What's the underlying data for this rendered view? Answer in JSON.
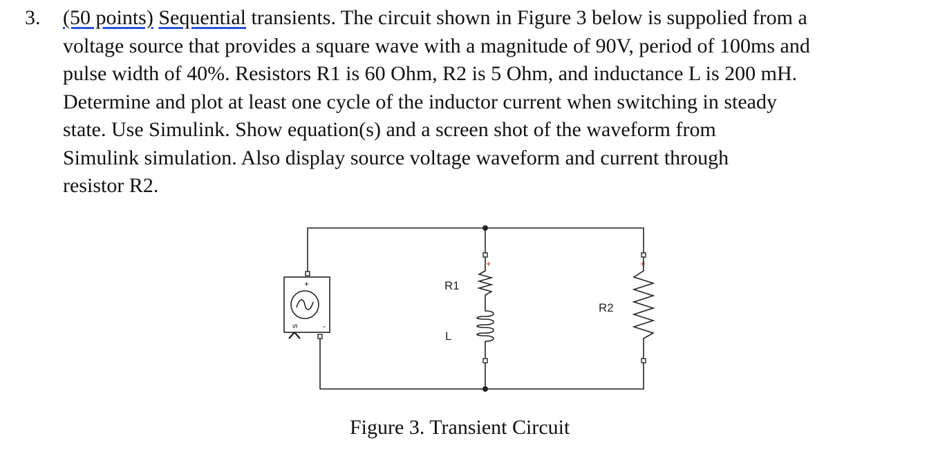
{
  "problem": {
    "number": "3.",
    "points": "(50 points)",
    "topic": "Sequential",
    "lines": [
      " transients. The circuit shown in Figure 3 below is suppolied from a",
      "voltage source that provides a square wave with a magnitude of 90V, period of 100ms and",
      "pulse width of 40%. Resistors R1 is 60 Ohm, R2 is 5 Ohm, and inductance L is 200 mH.",
      "Determine and plot at least one cycle of the inductor current when switching in steady",
      "state. Use Simulink. Show equation(s) and a screen shot of the waveform from",
      "Simulink simulation. Also display source voltage waveform and current through",
      "resistor R2."
    ]
  },
  "figure": {
    "labels": {
      "r1": "R1",
      "l": "L",
      "r2": "R2",
      "plus": "+",
      "minus": "-",
      "source_s": "s"
    },
    "caption": "Figure 3. Transient Circuit"
  }
}
